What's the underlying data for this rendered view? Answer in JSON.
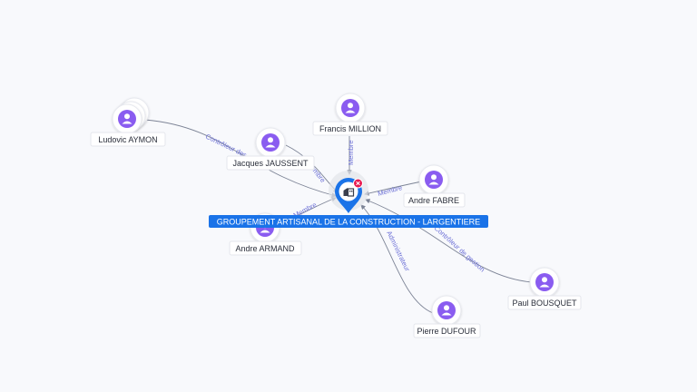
{
  "center": {
    "name": "GROUPEMENT ARTISANAL DE LA CONSTRUCTION - LARGENTIERE",
    "icon": "building-icon",
    "badge_icon": "close-icon",
    "color": "#1a73e8",
    "badge_color": "#e8194f"
  },
  "people": [
    {
      "id": "p1",
      "name": "Ludovic AYMON"
    },
    {
      "id": "p2",
      "name": "Francis MILLION"
    },
    {
      "id": "p3",
      "name": "Jacques JAUSSENT"
    },
    {
      "id": "p4",
      "name": "Andre FABRE"
    },
    {
      "id": "p5",
      "name": "Andre ARMAND"
    },
    {
      "id": "p6",
      "name": "Paul BOUSQUET"
    },
    {
      "id": "p7",
      "name": "Pierre DUFOUR"
    }
  ],
  "relations": [
    {
      "from": "p1",
      "label": "Contrôleur des comptes"
    },
    {
      "from": "p2",
      "label": "Membre"
    },
    {
      "from": "p3",
      "label": "Membre"
    },
    {
      "from": "p4",
      "label": "Membre"
    },
    {
      "from": "p5",
      "label": "Membre"
    },
    {
      "from": "p6",
      "label": "Contrôleur de gestion"
    },
    {
      "from": "p7",
      "label": "Administrateur"
    }
  ],
  "colors": {
    "avatar": "#8a5cf0",
    "edge": "#7d8496",
    "edge_label": "#6b6fd6"
  }
}
